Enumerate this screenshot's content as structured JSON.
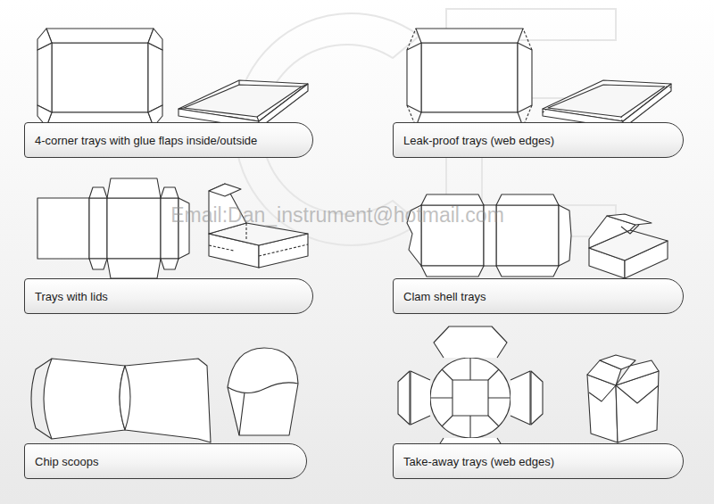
{
  "diagram": {
    "nodes": [
      {
        "text": [
          "4-corner trays with glue flaps inside/outside"
        ]
      },
      {
        "text": [
          "Leak-proof trays (web edges)"
        ]
      },
      {
        "text": [
          "Trays with lids"
        ]
      },
      {
        "text": [
          "Clam shell trays"
        ]
      },
      {
        "text": [
          "Chip scoops"
        ]
      },
      {
        "text": [
          "Take-away trays (web edges)"
        ]
      }
    ],
    "labels": [
      "Email:Dan_instrument@hotmail.com"
    ]
  }
}
